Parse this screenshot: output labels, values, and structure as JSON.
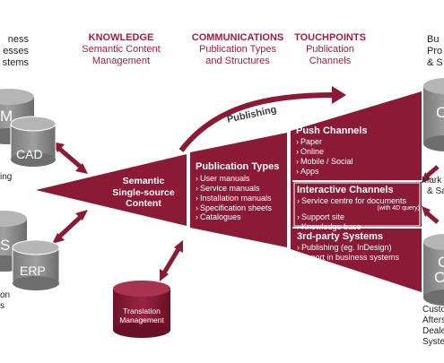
{
  "headers": {
    "left_partial": [
      "ness",
      "esses",
      "stems"
    ],
    "knowledge": {
      "title": "KNOWLEDGE",
      "lines": [
        "Semantic Content",
        "Management"
      ]
    },
    "communications": {
      "title": "COMMUNICATIONS",
      "lines": [
        "Publication Types",
        "and Structures"
      ]
    },
    "touchpoints": {
      "title": "TOUCHPOINTS",
      "lines": [
        "Publication",
        "Channels"
      ]
    },
    "right_partial": [
      "Bu",
      "Pro",
      "& S"
    ]
  },
  "left_systems": {
    "top_cylinder_partial": "M",
    "cad": "CAD",
    "top_caption_partial": "ing",
    "bottom_cylinder_partial": "S",
    "erp": "ERP",
    "bottom_caption_partial": [
      "on",
      "s"
    ]
  },
  "core": {
    "lines": [
      "Semantic",
      "Single-source",
      "Content"
    ]
  },
  "publishing_label": "Publishing",
  "publication_types": {
    "title": "Publication Types",
    "items": [
      "User manuals",
      "Service manuals",
      "Installation manuals",
      "Specification sheets",
      "Catalogues"
    ]
  },
  "push_channels": {
    "title": "Push Channels",
    "items": [
      "Paper",
      "Online",
      "Mobile / Social",
      "Apps"
    ]
  },
  "interactive_channels": {
    "title": "Interactive Channels",
    "items": [
      "Service centre for documents",
      "Support site",
      "Knowledge base"
    ],
    "note": "(with 4D query)"
  },
  "third_party": {
    "title": "3rd-party Systems",
    "items": [
      "Publishing (eg. InDesign)",
      "Export in business systems"
    ]
  },
  "translation": {
    "lines": [
      "Translation",
      "Management"
    ]
  },
  "right_systems": {
    "top_cylinder_partial": "C",
    "top_caption_partial": [
      "Mark",
      "& Sa"
    ],
    "bottom_cylinder_partial": [
      "C",
      "Ce"
    ],
    "bottom_caption_partial": [
      "Custo",
      "Afters",
      "Deale",
      "Syste"
    ]
  },
  "bullet": "›",
  "colors": {
    "maroon": "#8b1a36",
    "maroon_dark": "#6e1229",
    "gray": "#8a8a8a",
    "gray_dark": "#6a6a6a",
    "accent": "#a11e3d"
  }
}
